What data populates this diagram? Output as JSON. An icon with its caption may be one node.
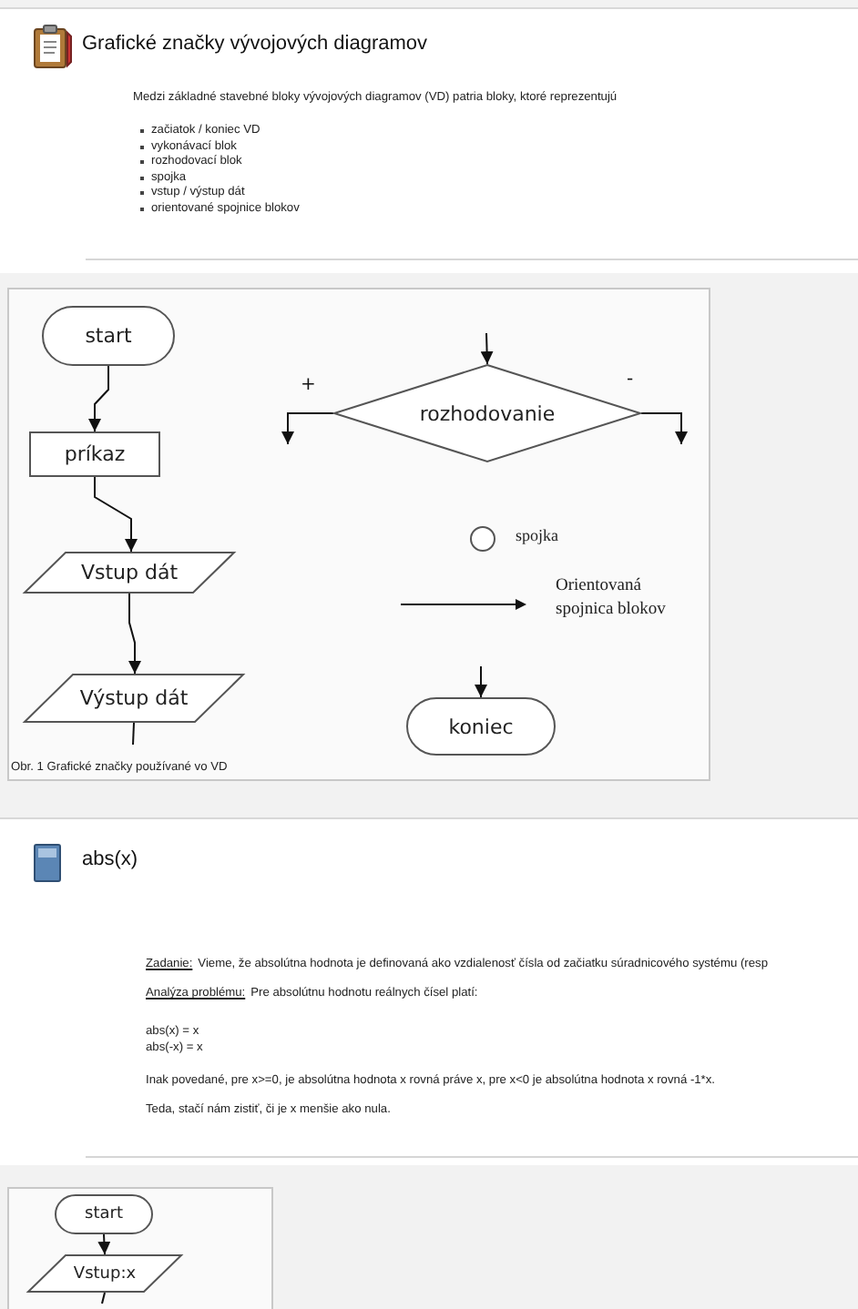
{
  "diagram": {
    "title": "Grafické značky vývojových diagramov",
    "nodes": [
      {
        "text": [
          "start"
        ]
      },
      {
        "text": [
          "príkaz"
        ]
      },
      {
        "text": [
          "Vstup dát"
        ]
      },
      {
        "text": [
          "Výstup dát"
        ]
      },
      {
        "text": [
          "rozhodovanie"
        ]
      },
      {
        "text": [],
        "shape": "circle",
        "beside": [
          "spojka"
        ]
      },
      {
        "text": [
          "koniec"
        ]
      },
      {
        "text": [
          "start"
        ]
      },
      {
        "text": [
          "Vstup:x"
        ]
      }
    ],
    "edges": [
      {
        "from": 0,
        "to": 1,
        "arrow": "to"
      },
      {
        "from": 1,
        "to": 2,
        "arrow": "to"
      },
      {
        "from": 2,
        "to": 3,
        "arrow": "to"
      },
      {
        "from": 3,
        "to": null,
        "arrow": "none"
      },
      {
        "from": null,
        "to": 4,
        "arrow": "to"
      },
      {
        "from": 4,
        "to": null,
        "arrow": "to",
        "label": "+"
      },
      {
        "from": 4,
        "to": null,
        "arrow": "to",
        "label": "-"
      },
      {
        "from": null,
        "to": 6,
        "arrow": "to"
      },
      {
        "from": 7,
        "to": 8,
        "arrow": "to"
      },
      {
        "from": 8,
        "to": null,
        "arrow": "none"
      }
    ],
    "labels": [
      "Medzi základné stavebné bloky vývojových diagramov (VD) patria bloky, ktoré reprezentujú",
      "začiatok / koniec VD",
      "vykonávací blok",
      "rozhodovací blok",
      "spojka",
      "vstup / výstup dát",
      "orientované spojnice blokov",
      "Orientovaná spojnica blokov",
      "Obr. 1 Grafické značky používané vo VD",
      "abs(x)",
      "Zadanie:",
      "Vieme, že absolútna hodnota je definovaná ako vzdialenosť čísla od začiatku súradnicového systému (resp",
      "Analýza problému:",
      "Pre absolútnu hodnotu reálnych čísel platí:",
      "abs(x) = x",
      "abs(-x) = x",
      "Inak povedané, pre x>=0, je absolútna hodnota x rovná práve x, pre x<0 je absolútna hodnota x rovná -1*x.",
      "Teda, stačí nám zistiť, či je x menšie ako nula."
    ]
  }
}
